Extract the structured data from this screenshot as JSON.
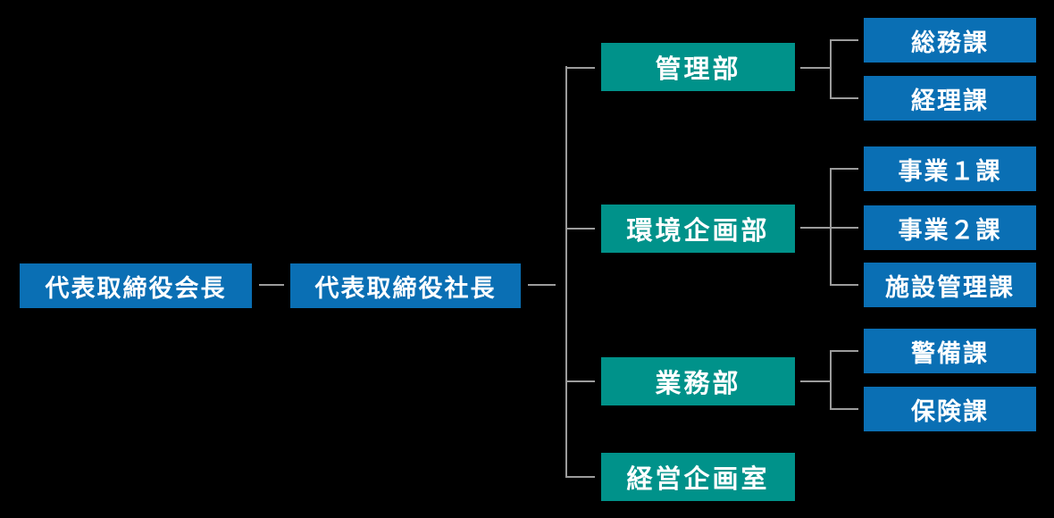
{
  "colors": {
    "background": "#000000",
    "executive_box": "#0a6fb4",
    "department_box": "#00928a",
    "section_box": "#0a6fb4",
    "line": "#9c9c9c",
    "text": "#ffffff"
  },
  "org": {
    "chairman": "代表取締役会長",
    "president": "代表取締役社長",
    "departments": [
      {
        "label": "管理部",
        "sections": [
          "総務課",
          "経理課"
        ]
      },
      {
        "label": "環境企画部",
        "sections": [
          "事業１課",
          "事業２課",
          "施設管理課"
        ]
      },
      {
        "label": "業務部",
        "sections": [
          "警備課",
          "保険課"
        ]
      },
      {
        "label": "経営企画室",
        "sections": []
      }
    ]
  }
}
